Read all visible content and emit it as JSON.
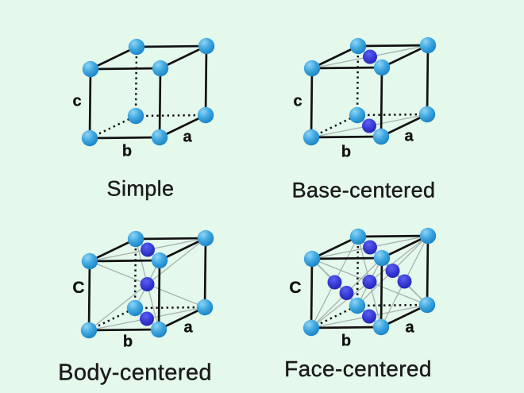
{
  "figure": {
    "background": "#e4f8ec",
    "edge_color": "#121212",
    "diagonal_color": "#a7b2af",
    "atom_colors": {
      "corner_highlight": "#8fd4f5",
      "corner_mid": "#3fa8e0",
      "corner_edge": "#1079bd",
      "center_highlight": "#5c5ff2",
      "center_mid": "#3336cf",
      "center_edge": "#1b1da6"
    },
    "atom_types": {
      "corner": "light-blue corner atom",
      "center": "dark-blue centered atom"
    },
    "cells": [
      {
        "id": "simple",
        "title": "Simple",
        "labels": {
          "a": "a",
          "b": "b",
          "c": "c"
        },
        "center_atoms": [],
        "diagonals": []
      },
      {
        "id": "base-centered",
        "title": "Base-centered",
        "labels": {
          "a": "a",
          "b": "b",
          "c": "c"
        },
        "center_atoms": [
          [
            0.5,
            0.5,
            0
          ],
          [
            0.5,
            0.5,
            1
          ]
        ],
        "diagonals": [
          [
            [
              0,
              0,
              1
            ],
            [
              1,
              1,
              1
            ]
          ],
          [
            [
              0,
              1,
              1
            ],
            [
              1,
              0,
              1
            ]
          ],
          [
            [
              0,
              0,
              0
            ],
            [
              1,
              1,
              0
            ]
          ],
          [
            [
              0,
              1,
              0
            ],
            [
              1,
              0,
              0
            ]
          ]
        ]
      },
      {
        "id": "body-centered",
        "title": "Body-centered",
        "labels": {
          "a": "a",
          "b": "b",
          "c": "C"
        },
        "center_atoms": [
          [
            0.5,
            0.5,
            0
          ],
          [
            0.5,
            0.5,
            0.5
          ],
          [
            0.5,
            0.5,
            1
          ]
        ],
        "diagonals": [
          [
            [
              0,
              0,
              1
            ],
            [
              1,
              1,
              1
            ]
          ],
          [
            [
              0,
              1,
              1
            ],
            [
              1,
              0,
              1
            ]
          ],
          [
            [
              0,
              0,
              0
            ],
            [
              1,
              1,
              0
            ]
          ],
          [
            [
              0,
              1,
              0
            ],
            [
              1,
              0,
              0
            ]
          ],
          [
            [
              0,
              0,
              0
            ],
            [
              1,
              1,
              1
            ]
          ],
          [
            [
              1,
              0,
              0
            ],
            [
              0,
              1,
              1
            ]
          ],
          [
            [
              0,
              1,
              0
            ],
            [
              1,
              0,
              1
            ]
          ],
          [
            [
              1,
              1,
              0
            ],
            [
              0,
              0,
              1
            ]
          ]
        ]
      },
      {
        "id": "face-centered",
        "title": "Face-centered",
        "labels": {
          "a": "a",
          "b": "b",
          "c": "C"
        },
        "center_atoms": [
          [
            0.5,
            0.5,
            1
          ],
          [
            0.5,
            1,
            0.5
          ],
          [
            1,
            0.5,
            0.5
          ],
          [
            0,
            0.5,
            0.5
          ],
          [
            0.5,
            0,
            0.5
          ],
          [
            0.5,
            0.5,
            0.5
          ],
          [
            0.5,
            0.5,
            0
          ]
        ],
        "diagonals": [
          [
            [
              0,
              0,
              1
            ],
            [
              1,
              1,
              1
            ]
          ],
          [
            [
              0,
              1,
              1
            ],
            [
              1,
              0,
              1
            ]
          ],
          [
            [
              0,
              0,
              0
            ],
            [
              1,
              1,
              0
            ]
          ],
          [
            [
              0,
              1,
              0
            ],
            [
              1,
              0,
              0
            ]
          ],
          [
            [
              0,
              0,
              0
            ],
            [
              1,
              0,
              1
            ]
          ],
          [
            [
              0,
              0,
              1
            ],
            [
              1,
              0,
              0
            ]
          ],
          [
            [
              0,
              1,
              0
            ],
            [
              1,
              1,
              1
            ]
          ],
          [
            [
              0,
              1,
              1
            ],
            [
              1,
              1,
              0
            ]
          ],
          [
            [
              0,
              0,
              0
            ],
            [
              0,
              1,
              1
            ]
          ],
          [
            [
              0,
              0,
              1
            ],
            [
              0,
              1,
              0
            ]
          ],
          [
            [
              1,
              0,
              0
            ],
            [
              1,
              1,
              1
            ]
          ],
          [
            [
              1,
              0,
              1
            ],
            [
              1,
              1,
              0
            ]
          ],
          [
            [
              0,
              0,
              0
            ],
            [
              1,
              1,
              1
            ]
          ],
          [
            [
              1,
              0,
              0
            ],
            [
              0,
              1,
              1
            ]
          ],
          [
            [
              0,
              1,
              0
            ],
            [
              1,
              0,
              1
            ]
          ],
          [
            [
              1,
              1,
              0
            ],
            [
              0,
              0,
              1
            ]
          ]
        ]
      }
    ]
  }
}
